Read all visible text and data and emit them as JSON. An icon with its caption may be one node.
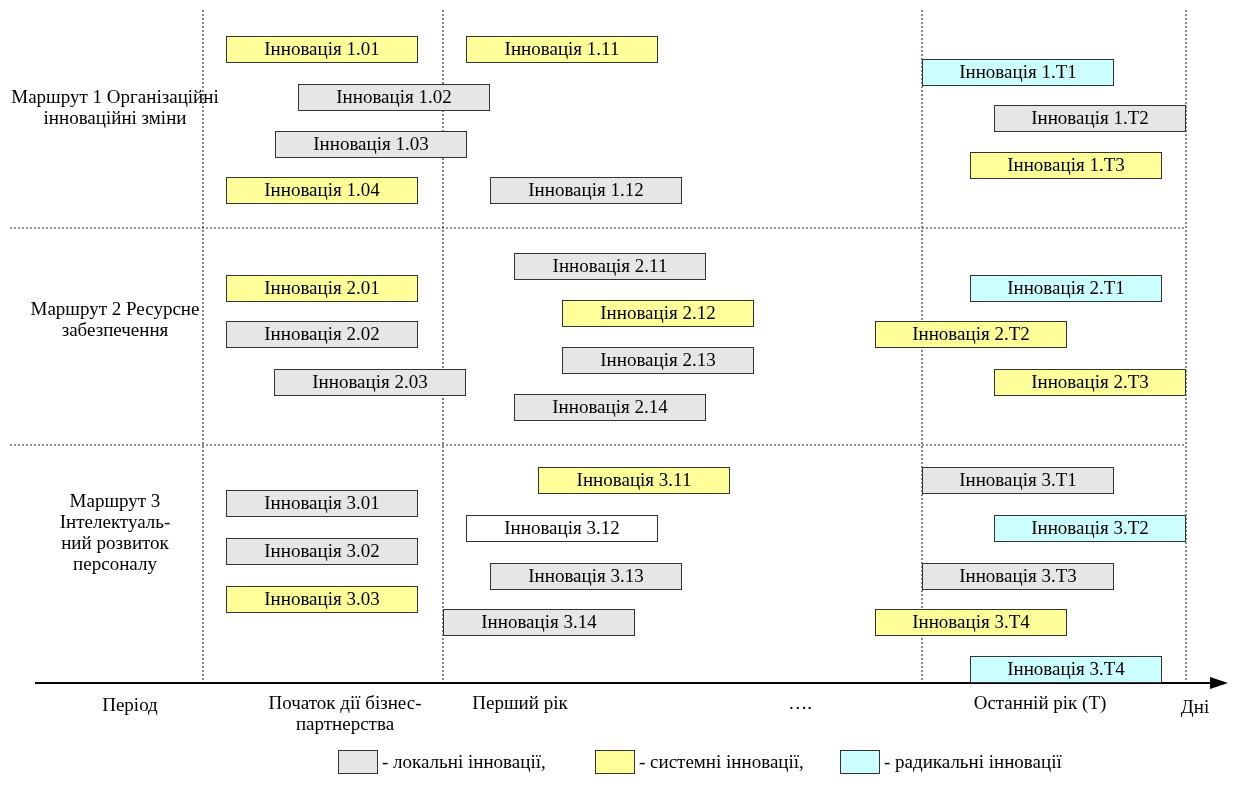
{
  "diagram": {
    "nodes": [
      {
        "text": [
          "Інновація 1.01"
        ]
      },
      {
        "text": [
          "Інновація 1.11"
        ]
      },
      {
        "text": [
          "Інновація 1.T1"
        ]
      },
      {
        "text": [
          "Інновація 1.02"
        ]
      },
      {
        "text": [
          "Інновація 1.T2"
        ]
      },
      {
        "text": [
          "Інновація 1.03"
        ]
      },
      {
        "text": [
          "Інновація 1.T3"
        ]
      },
      {
        "text": [
          "Інновація 1.04"
        ]
      },
      {
        "text": [
          "Інновація 1.12"
        ]
      },
      {
        "text": [
          "Інновація 2.11"
        ]
      },
      {
        "text": [
          "Інновація 2.01"
        ]
      },
      {
        "text": [
          "Інновація 2.T1"
        ]
      },
      {
        "text": [
          "Інновація 2.12"
        ]
      },
      {
        "text": [
          "Інновація 2.02"
        ]
      },
      {
        "text": [
          "Інновація 2.T2"
        ]
      },
      {
        "text": [
          "Інновація 2.13"
        ]
      },
      {
        "text": [
          "Інновація 2.03"
        ]
      },
      {
        "text": [
          "Інновація 2.T3"
        ]
      },
      {
        "text": [
          "Інновація 2.14"
        ]
      },
      {
        "text": [
          "Інновація 3.11"
        ]
      },
      {
        "text": [
          "Інновація 3.T1"
        ]
      },
      {
        "text": [
          "Інновація 3.01"
        ]
      },
      {
        "text": [
          "Інновація 3.12"
        ]
      },
      {
        "text": [
          "Інновація 3.T2"
        ]
      },
      {
        "text": [
          "Інновація 3.02"
        ]
      },
      {
        "text": [
          "Інновація 3.13"
        ]
      },
      {
        "text": [
          "Інновація 3.T3"
        ]
      },
      {
        "text": [
          "Інновація 3.03"
        ]
      },
      {
        "text": [
          "Інновація 3.14"
        ]
      },
      {
        "text": [
          "Інновація 3.T4"
        ]
      },
      {
        "text": [
          "Інновація 3.T4"
        ]
      }
    ],
    "edges": [],
    "labels": [
      "Маршрут 1 Організаційні інноваційні зміни",
      "Маршрут 2 Ресурсне забезпечення",
      "Маршрут 3 Інтелектуаль-ний розвиток персоналу",
      "Період",
      "Початок дії бізнес-партнерства",
      "Перший рік",
      "….",
      "Останній рік (Т)",
      "Дні"
    ],
    "legend": [
      {
        "text": "- локальні інновації,",
        "color": "#e6e6e6"
      },
      {
        "text": "- системні інновації,",
        "color": "#ffff99"
      },
      {
        "text": "- радикальні інновації",
        "color": "#ccffff"
      }
    ]
  }
}
